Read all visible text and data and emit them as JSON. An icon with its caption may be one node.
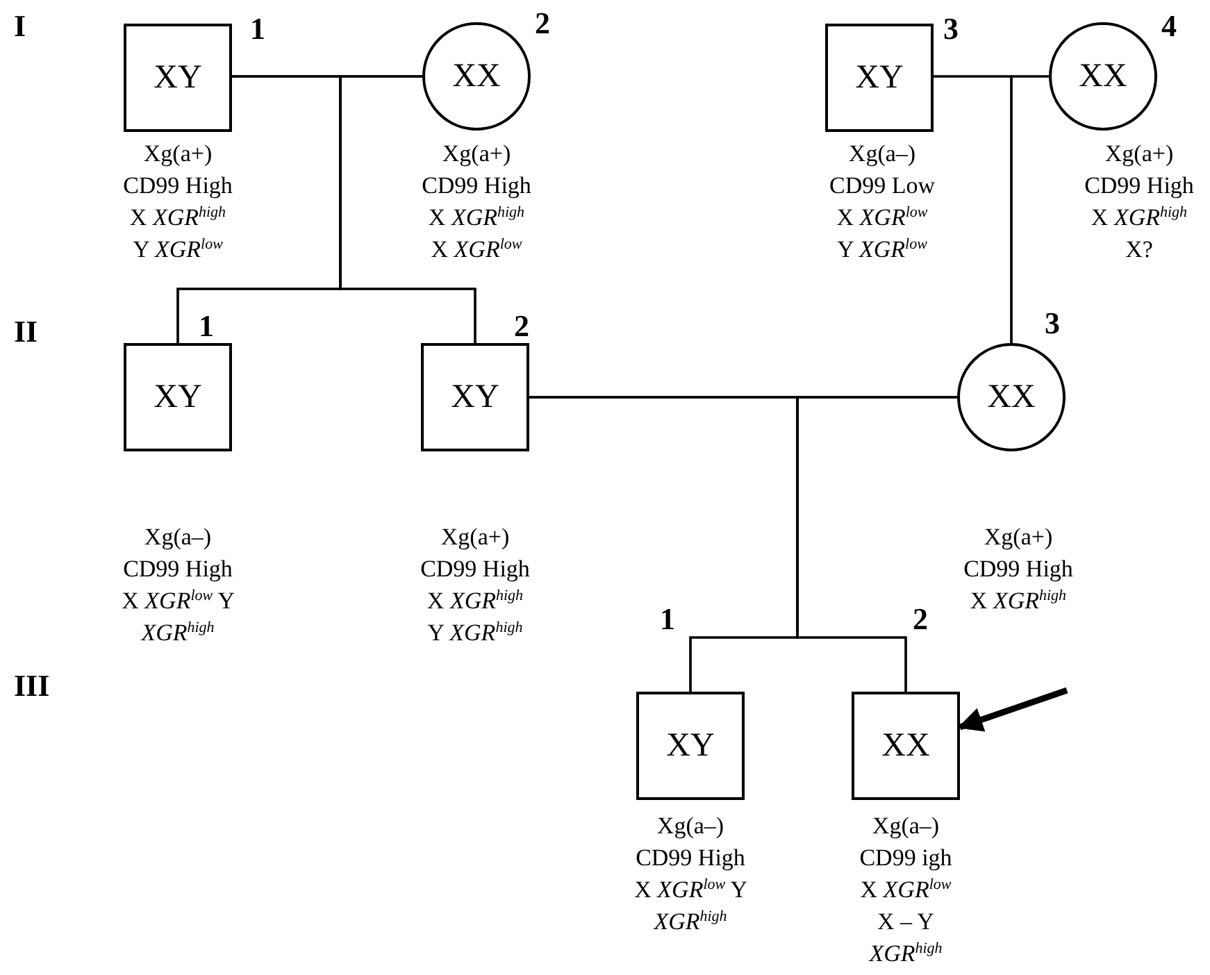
{
  "diagram": {
    "nodes": [
      {
        "text": [
          "XY"
        ],
        "beside": [
          "1",
          "Xg(a+) CD99 High X *XGR*$^{high}$ Y *XGR*$^{low}$"
        ]
      },
      {
        "text": [
          "XX"
        ],
        "beside": [
          "2",
          "Xg(a+) CD99 High X *XGR*$^{high}$ X *XGR*$^{low}$"
        ]
      },
      {
        "text": [
          "XY"
        ],
        "beside": [
          "3",
          "Xg(a–) CD99 Low X *XGR*$^{low}$ Y *XGR*$^{low}$"
        ]
      },
      {
        "text": [
          "XX"
        ],
        "beside": [
          "4",
          "Xg(a+) CD99 High X *XGR*$^{high}$ X?"
        ]
      },
      {
        "text": [
          "XY"
        ],
        "beside": [
          "1",
          "Xg(a–) CD99 High X *XGR*$^{low}$ Y *XGR*$^{high}$"
        ]
      },
      {
        "text": [
          "XY"
        ],
        "beside": [
          "2",
          "Xg(a+) CD99 High X *XGR*$^{high}$ Y *XGR*$^{high}$"
        ]
      },
      {
        "text": [
          "XX"
        ],
        "beside": [
          "3",
          "Xg(a+) CD99 High X *XGR*$^{high}$"
        ]
      },
      {
        "text": [
          "XY"
        ],
        "beside": [
          "1",
          "Xg(a–) CD99 High X *XGR*$^{low}$ Y *XGR*$^{high}$"
        ]
      },
      {
        "text": [
          "XX"
        ],
        "beside": [
          "2",
          "Xg(a–) CD99 igh X *XGR*$^{low}$ X – Y *XGR*$^{high}$"
        ]
      }
    ],
    "edges": [
      {
        "from": 0,
        "to": 1,
        "arrow": "none"
      },
      {
        "from": 2,
        "to": 3,
        "arrow": "none"
      },
      {
        "from": 5,
        "to": 6,
        "arrow": "none"
      },
      {
        "from": 0,
        "to": 4,
        "arrow": "none"
      },
      {
        "from": 1,
        "to": 4,
        "arrow": "none"
      },
      {
        "from": 0,
        "to": 5,
        "arrow": "none"
      },
      {
        "from": 1,
        "to": 5,
        "arrow": "none"
      },
      {
        "from": 2,
        "to": 6,
        "arrow": "none"
      },
      {
        "from": 3,
        "to": 6,
        "arrow": "none"
      },
      {
        "from": 5,
        "to": 7,
        "arrow": "none"
      },
      {
        "from": 6,
        "to": 7,
        "arrow": "none"
      },
      {
        "from": 5,
        "to": 8,
        "arrow": "none"
      },
      {
        "from": 6,
        "to": 8,
        "arrow": "none"
      },
      {
        "from": null,
        "to": 8,
        "arrow": "to",
        "style": "thick"
      }
    ],
    "labels": [
      "I",
      "II",
      "III"
    ]
  }
}
